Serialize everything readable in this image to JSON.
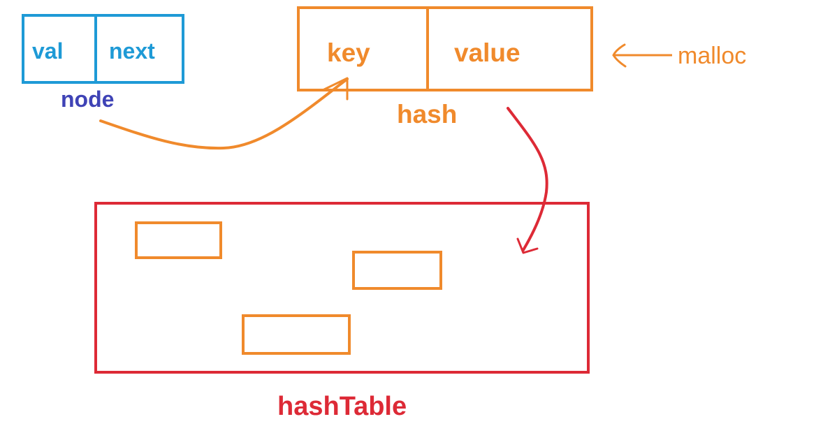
{
  "colors": {
    "node": "#1e9ad6",
    "node_label": "#3f43b6",
    "hash": "#f08a2c",
    "table": "#dd2a36",
    "background": "#ffffff"
  },
  "node": {
    "fields": [
      "val",
      "next"
    ],
    "label": "node"
  },
  "hash": {
    "fields": [
      "key",
      "value"
    ],
    "label": "hash",
    "annotation": "malloc"
  },
  "hash_table": {
    "label": "hashTable",
    "slot_count": 3
  }
}
